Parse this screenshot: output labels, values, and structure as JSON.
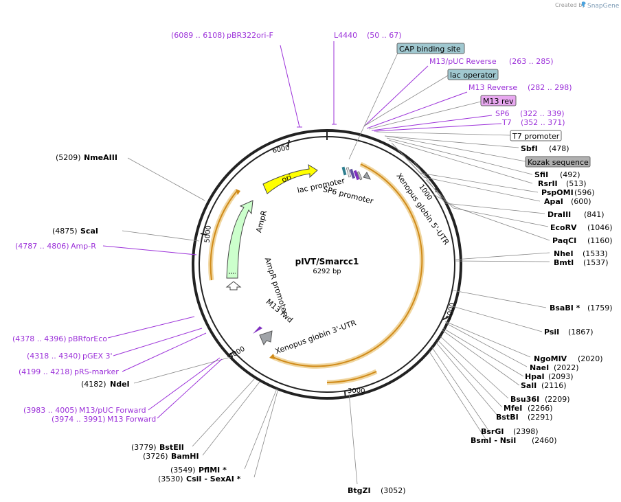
{
  "brand": {
    "created_by": "Created by",
    "app": "SnapGene"
  },
  "plasmid": {
    "name": "pIVT/Smarcc1",
    "size": "6292 bp",
    "length": 6292
  },
  "ticks": [
    "1000",
    "2000",
    "3000",
    "4000",
    "5000",
    "6000"
  ],
  "enzymes": [
    {
      "name": "SbfI",
      "pos": "(478)"
    },
    {
      "name": "SfiI",
      "pos": "(492)"
    },
    {
      "name": "RsrII",
      "pos": "(513)"
    },
    {
      "name": "PspOMI",
      "pos": "(596)"
    },
    {
      "name": "ApaI",
      "pos": "(600)"
    },
    {
      "name": "DraIII",
      "pos": "(841)"
    },
    {
      "name": "EcoRV",
      "pos": "(1046)"
    },
    {
      "name": "PaqCI",
      "pos": "(1160)"
    },
    {
      "name": "NheI",
      "pos": "(1533)"
    },
    {
      "name": "BmtI",
      "pos": "(1537)"
    },
    {
      "name": "BsaBI *",
      "pos": "(1759)"
    },
    {
      "name": "PsiI",
      "pos": "(1867)"
    },
    {
      "name": "NgoMIV",
      "pos": "(2020)"
    },
    {
      "name": "NaeI",
      "pos": "(2022)"
    },
    {
      "name": "HpaI",
      "pos": "(2093)"
    },
    {
      "name": "SalI",
      "pos": "(2116)"
    },
    {
      "name": "Bsu36I",
      "pos": "(2209)"
    },
    {
      "name": "MfeI",
      "pos": "(2266)"
    },
    {
      "name": "BstBI",
      "pos": "(2291)"
    },
    {
      "name": "BsrGI",
      "pos": "(2398)"
    },
    {
      "name": "BsmI - NsiI",
      "pos": "(2460)"
    },
    {
      "name": "BtgZI",
      "pos": "(3052)"
    },
    {
      "name": "CsiI - SexAI *",
      "pos": "(3530)"
    },
    {
      "name": "PflMI *",
      "pos": "(3549)"
    },
    {
      "name": "BamHI",
      "pos": "(3726)"
    },
    {
      "name": "BstEII",
      "pos": "(3779)"
    },
    {
      "name": "NdeI",
      "pos": "(4182)"
    },
    {
      "name": "ScaI",
      "pos": "(4875)"
    },
    {
      "name": "NmeAIII",
      "pos": "(5209)"
    }
  ],
  "primers": [
    {
      "name": "pBR322ori-F",
      "range": "(6089 .. 6108)"
    },
    {
      "name": "L4440",
      "range": "(50 .. 67)"
    },
    {
      "name": "M13/pUC Reverse",
      "range": "(263 .. 285)"
    },
    {
      "name": "M13 Reverse",
      "range": "(282 .. 298)"
    },
    {
      "name": "SP6",
      "range": "(322 .. 339)"
    },
    {
      "name": "T7",
      "range": "(352 .. 371)"
    },
    {
      "name": "Amp-R",
      "range": "(4787 .. 4806)"
    },
    {
      "name": "pBRforEco",
      "range": "(4378 .. 4396)"
    },
    {
      "name": "pGEX 3'",
      "range": "(4318 .. 4340)"
    },
    {
      "name": "pRS-marker",
      "range": "(4199 .. 4218)"
    },
    {
      "name": "M13/pUC Forward",
      "range": "(3983 .. 4005)"
    },
    {
      "name": "M13 Forward",
      "range": "(3974 .. 3991)"
    }
  ],
  "features": [
    {
      "name": "CAP binding site"
    },
    {
      "name": "lac operator"
    },
    {
      "name": "M13 rev"
    },
    {
      "name": "T7 promoter"
    },
    {
      "name": "Kozak sequence"
    }
  ],
  "map_labels": {
    "ori": "ori",
    "ampr": "AmpR",
    "ampr_promoter": "AmpR promoter",
    "lac_promoter": "lac promoter",
    "sp6_promoter": "SP6 promoter",
    "xenopus5": "Xenopus globin 5'-UTR",
    "xenopus3": "Xenopus globin 3'-UTR",
    "m13fwd": "M13 fwd"
  },
  "colors": {
    "backbone": "#222222",
    "primer": "#9b30d9",
    "ori": "#ffff00",
    "ampr": "#ccffcc",
    "cds": "#f0a030",
    "misc": "#a0c8d0",
    "mrev": "#e8a8f0",
    "kozak": "#b0b0b0"
  }
}
